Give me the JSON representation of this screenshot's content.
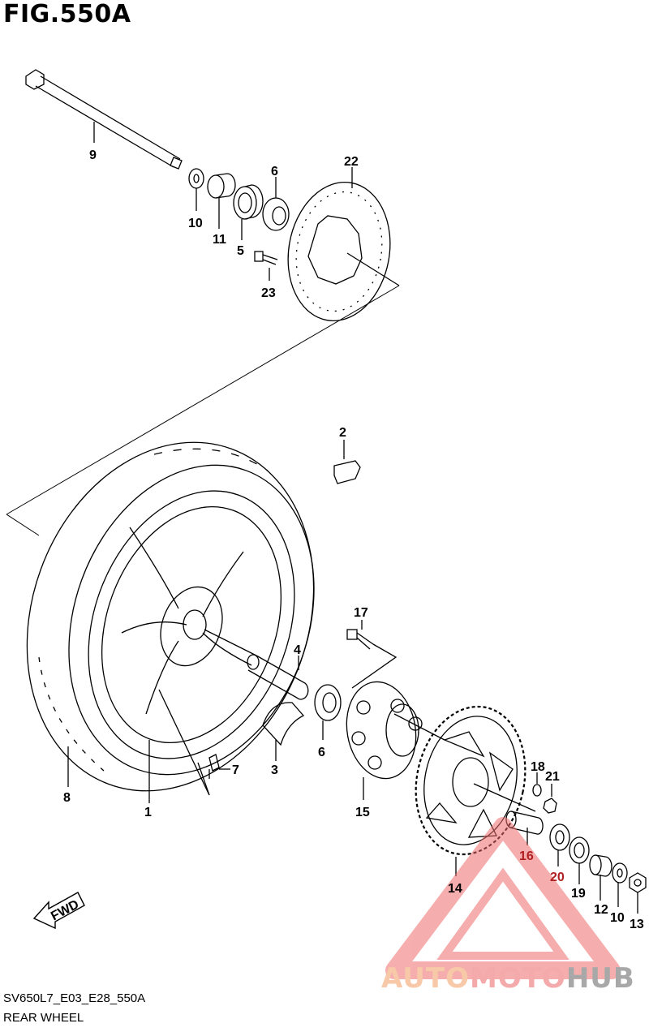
{
  "figure": {
    "title": "FIG.550A",
    "model_code": "SV650L7_E03_E28_550A",
    "section_name": "REAR WHEEL"
  },
  "watermark": {
    "part_a": "AUTO",
    "part_b": "MOTO",
    "part_c": "HUB"
  },
  "callouts": [
    {
      "id": "c9",
      "label": "9"
    },
    {
      "id": "c10a",
      "label": "10"
    },
    {
      "id": "c11",
      "label": "11"
    },
    {
      "id": "c6a",
      "label": "6"
    },
    {
      "id": "c5",
      "label": "5"
    },
    {
      "id": "c22",
      "label": "22"
    },
    {
      "id": "c23",
      "label": "23"
    },
    {
      "id": "c2",
      "label": "2"
    },
    {
      "id": "c17",
      "label": "17"
    },
    {
      "id": "c4",
      "label": "4"
    },
    {
      "id": "c6b",
      "label": "6"
    },
    {
      "id": "c3",
      "label": "3"
    },
    {
      "id": "c7",
      "label": "7"
    },
    {
      "id": "c8",
      "label": "8"
    },
    {
      "id": "c1",
      "label": "1"
    },
    {
      "id": "c15",
      "label": "15"
    },
    {
      "id": "c18",
      "label": "18"
    },
    {
      "id": "c21",
      "label": "21"
    },
    {
      "id": "c16",
      "label": "16"
    },
    {
      "id": "c20",
      "label": "20"
    },
    {
      "id": "c19",
      "label": "19"
    },
    {
      "id": "c14",
      "label": "14"
    },
    {
      "id": "c12",
      "label": "12"
    },
    {
      "id": "c10b",
      "label": "10"
    },
    {
      "id": "c13",
      "label": "13"
    }
  ],
  "direction_badge": {
    "label": "FWD"
  }
}
